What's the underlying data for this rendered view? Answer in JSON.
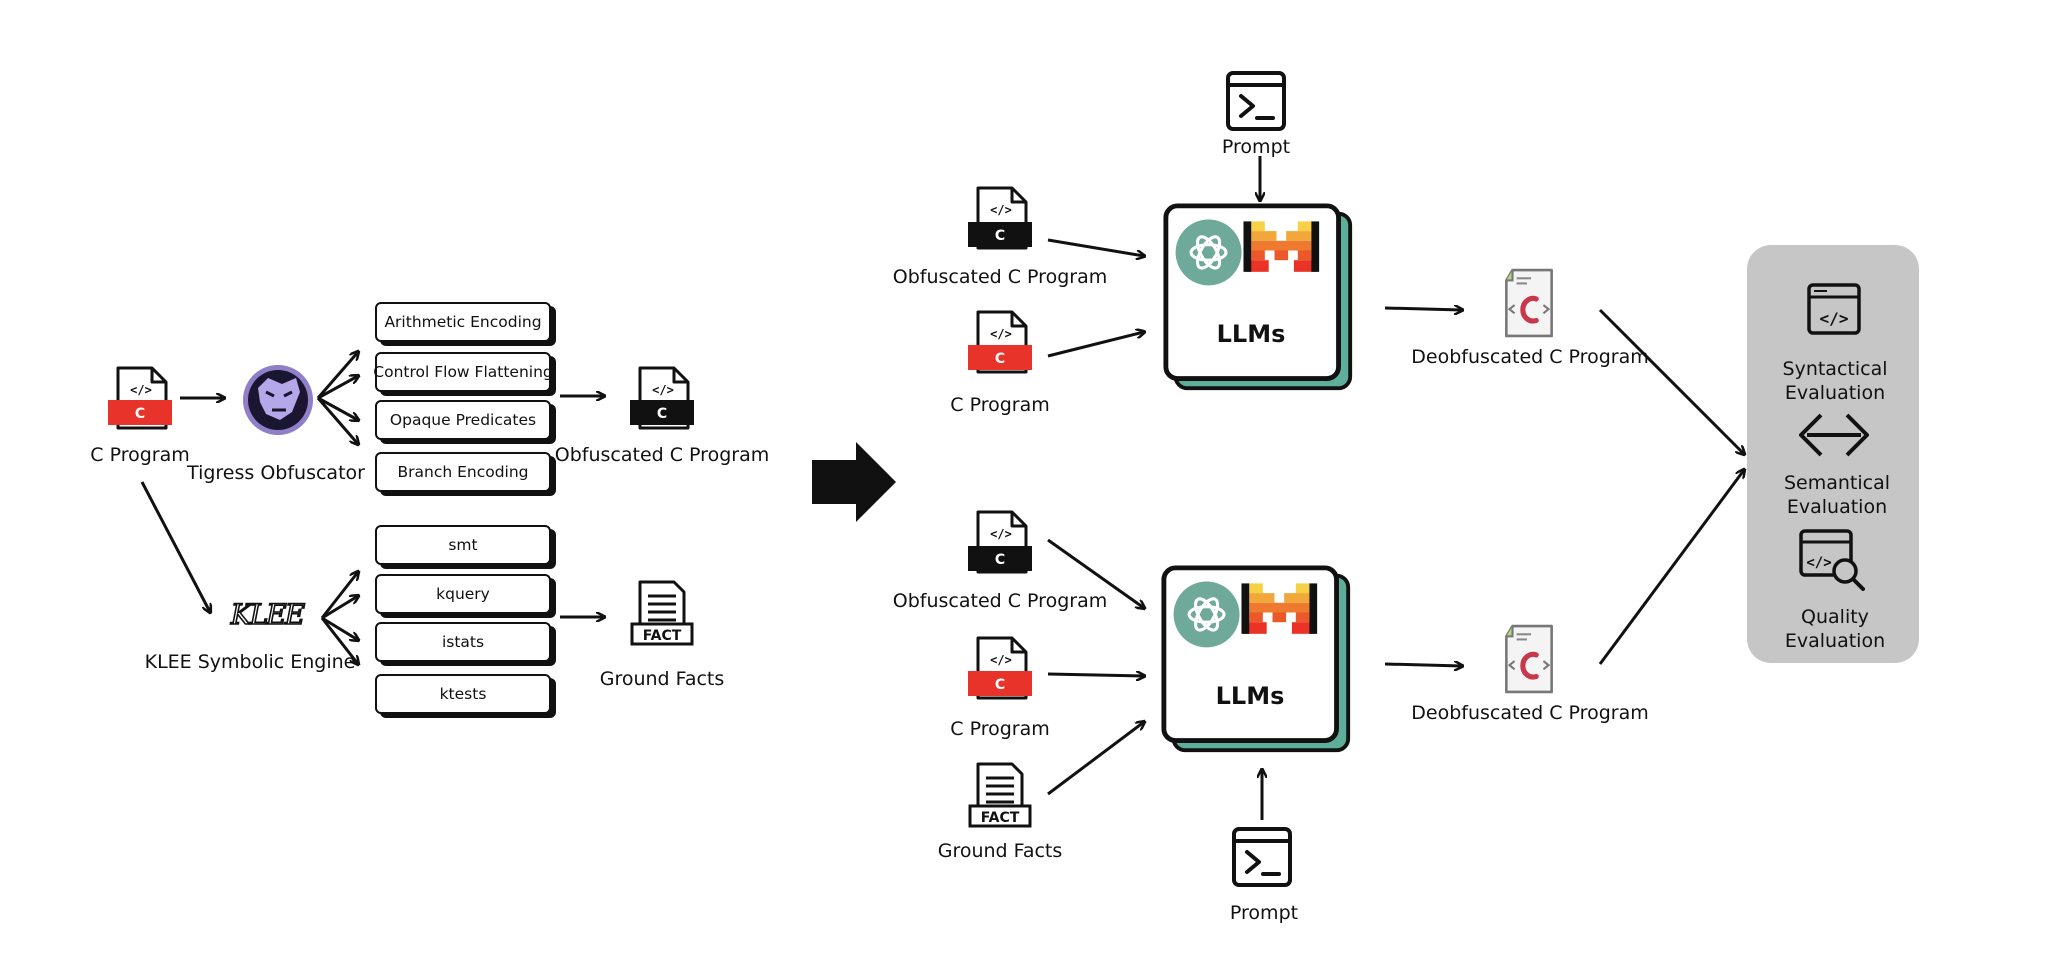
{
  "left": {
    "c_program": "C Program",
    "tigress": "Tigress Obfuscator",
    "klee": "KLEE Symbolic Engine",
    "klee_logo": "KLEE",
    "obfuscated_c_program": "Obfuscated C Program",
    "ground_facts": "Ground Facts",
    "transformations": [
      "Arithmetic Encoding",
      "Control Flow Flattening",
      "Opaque Predicates",
      "Branch Encoding"
    ],
    "klee_outputs": [
      "smt",
      "kquery",
      "istats",
      "ktests"
    ]
  },
  "top_branch": {
    "prompt": "Prompt",
    "obfuscated_c_program": "Obfuscated C Program",
    "c_program": "C Program",
    "llms": "LLMs",
    "deobfuscated": "Deobfuscated C Program"
  },
  "bottom_branch": {
    "obfuscated_c_program": "Obfuscated C Program",
    "c_program": "C Program",
    "ground_facts": "Ground Facts",
    "llms": "LLMs",
    "deobfuscated": "Deobfuscated C Program",
    "prompt": "Prompt"
  },
  "evaluation": {
    "syntactical": [
      "Syntactical",
      "Evaluation"
    ],
    "semantical": [
      "Semantical",
      "Evaluation"
    ],
    "quality": [
      "Quality",
      "Evaluation"
    ]
  },
  "badges": {
    "c": "C",
    "fact": "FACT",
    "code": "</>"
  },
  "colors": {
    "red": "#e8332a",
    "teal": "#5fae9a",
    "panel": "#c6c6c6",
    "black": "#111111",
    "tiger": "#8f7fc9"
  }
}
